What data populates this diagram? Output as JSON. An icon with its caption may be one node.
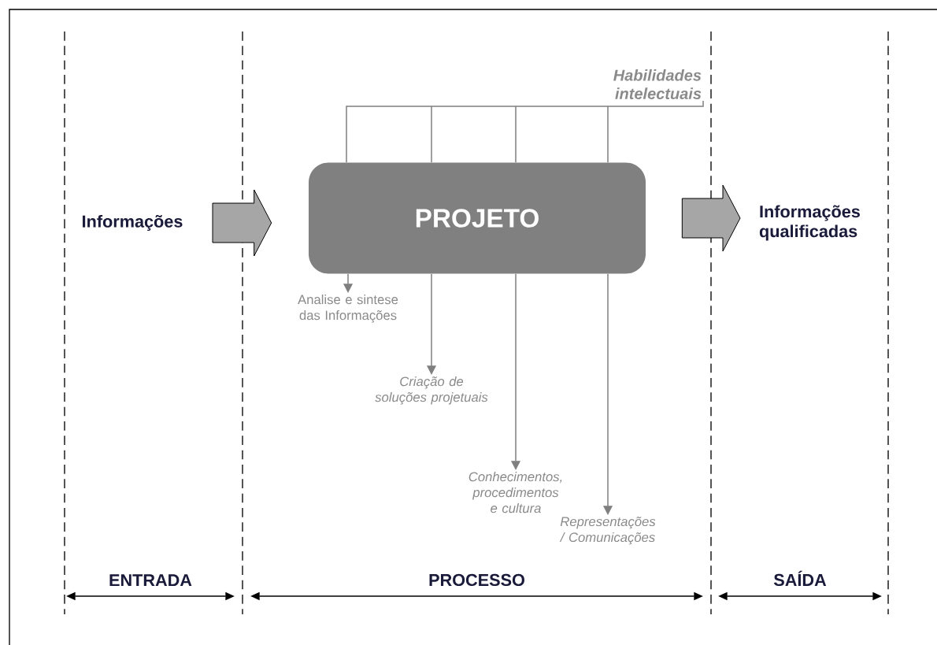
{
  "diagram": {
    "nodes": [
      {
        "text": [
          "Informações"
        ]
      },
      {
        "text": [
          "PROJETO"
        ]
      },
      {
        "text": [
          "Informações qualificadas"
        ]
      },
      {
        "text": [
          "Habilidades intelectuais"
        ]
      },
      {
        "text": [
          "Analise e sintese das Informações"
        ]
      },
      {
        "text": [
          "Criação de soluções projetuais"
        ]
      },
      {
        "text": [
          "Conhecimentos, procedimentos e cultura"
        ]
      },
      {
        "text": [
          "Representações / Comunicações"
        ]
      }
    ],
    "edges": [
      {
        "from": 0,
        "to": 1,
        "arrow": "to"
      },
      {
        "from": 1,
        "to": 2,
        "arrow": "to"
      },
      {
        "from": 3,
        "to": 1,
        "arrow": "none"
      },
      {
        "from": 1,
        "to": 4,
        "arrow": "to"
      },
      {
        "from": 1,
        "to": 5,
        "arrow": "to"
      },
      {
        "from": 1,
        "to": 6,
        "arrow": "to"
      },
      {
        "from": 1,
        "to": 7,
        "arrow": "to"
      }
    ],
    "labels": [
      "ENTRADA",
      "PROCESSO",
      "SAÍDA"
    ]
  }
}
